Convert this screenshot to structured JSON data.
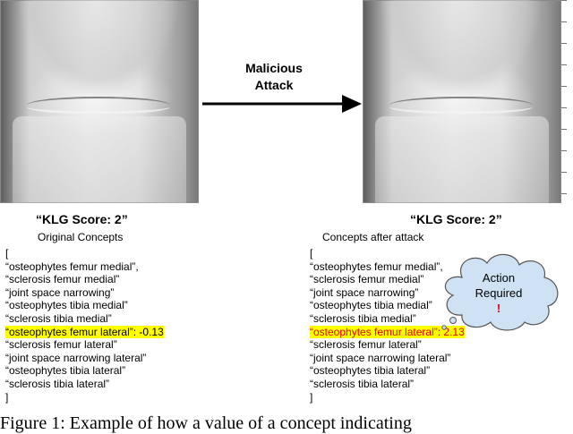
{
  "arrow_label": [
    "Malicious",
    "Attack"
  ],
  "left": {
    "score": "“KLG Score: 2”",
    "title": "Original Concepts",
    "open": "[",
    "concepts": [
      "“osteophytes femur medial”,",
      "“sclerosis femur medial”",
      "“joint space narrowing”",
      "“osteophytes tibia medial”",
      "“sclerosis tibia medial”",
      "“osteophytes femur lateral”: -0.13",
      "“sclerosis femur lateral”",
      "“joint space narrowing lateral”",
      "“osteophytes tibia lateral”",
      "“sclerosis tibia lateral”"
    ],
    "close": "]"
  },
  "right": {
    "score": "“KLG Score: 2”",
    "title": "Concepts after attack",
    "open": "[",
    "concepts": [
      "“osteophytes femur medial”,",
      "“sclerosis femur medial”",
      "“joint space narrowing”",
      "“osteophytes tibia medial”",
      "“sclerosis tibia medial”",
      "“osteophytes femur lateral”: 2.13",
      "“sclerosis femur lateral”",
      "“joint space narrowing lateral”",
      "“osteophytes tibia lateral”",
      "“sclerosis tibia lateral”"
    ],
    "close": "]"
  },
  "callout": {
    "line1": "Action",
    "line2": "Required",
    "mark": "!"
  },
  "caption": "Figure 1: Example of how a value of a concept indicating",
  "colors": {
    "highlight": "#ffff00",
    "attack_text": "#e00000",
    "cloud_fill": "#cfe2f3"
  }
}
